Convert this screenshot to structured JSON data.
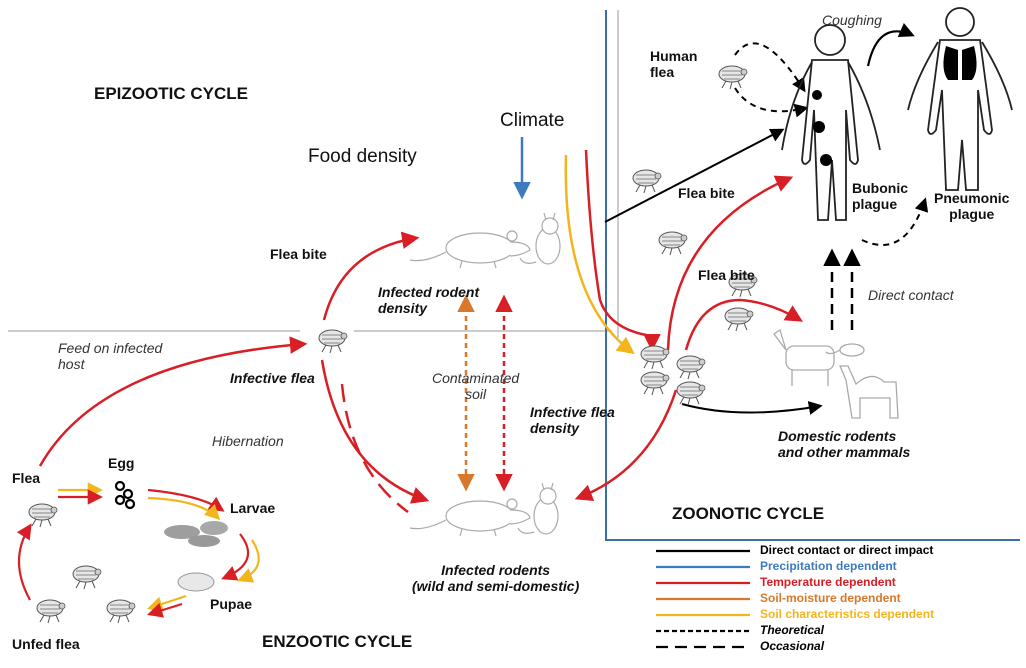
{
  "cycles": {
    "epizootic": "EPIZOOTIC CYCLE",
    "enzootic": "ENZOOTIC CYCLE",
    "zoonotic": "ZOONOTIC CYCLE"
  },
  "labels": {
    "climate": "Climate",
    "food_density": "Food density",
    "coughing": "Coughing",
    "human_flea_1": "Human",
    "human_flea_2": "flea",
    "flea_bite_left": "Flea bite",
    "flea_bite_mid": "Flea bite",
    "flea_bite_right": "Flea bite",
    "bubonic_1": "Bubonic",
    "bubonic_2": "plague",
    "pneumonic_1": "Pneumonic",
    "pneumonic_2": "plague",
    "direct_contact": "Direct contact",
    "infected_rodent_density_1": "Infected rodent",
    "infected_rodent_density_2": "density",
    "feed_on_host_1": "Feed on infected",
    "feed_on_host_2": "host",
    "infective_flea": "Infective flea",
    "contaminated_soil_1": "Contaminated",
    "contaminated_soil_2": "soil",
    "infective_flea_density_1": "Infective flea",
    "infective_flea_density_2": "density",
    "domestic_1": "Domestic rodents",
    "domestic_2": "and other mammals",
    "hibernation": "Hibernation",
    "flea": "Flea",
    "egg": "Egg",
    "larvae": "Larvae",
    "pupae": "Pupae",
    "unfed_flea": "Unfed flea",
    "infected_rodents_1": "Infected rodents",
    "infected_rodents_2": "(wild and semi-domestic)"
  },
  "legend": [
    {
      "label": "Direct contact or direct impact",
      "color": "#000000",
      "style": "solid",
      "text_color": "#000000"
    },
    {
      "label": "Precipitation dependent",
      "color": "#3d7bbf",
      "style": "solid",
      "text_color": "#3d7bbf"
    },
    {
      "label": "Temperature dependent",
      "color": "#d81f26",
      "style": "solid",
      "text_color": "#d81f26"
    },
    {
      "label": "Soil-moisture dependent",
      "color": "#d9782a",
      "style": "solid",
      "text_color": "#d9782a"
    },
    {
      "label": "Soil characteristics  dependent",
      "color": "#f2b51c",
      "style": "solid",
      "text_color": "#f2b51c"
    },
    {
      "label": "Theoretical",
      "color": "#000000",
      "style": "dotted",
      "text_color": "#000000"
    },
    {
      "label": "Occasional",
      "color": "#000000",
      "style": "dashed",
      "text_color": "#000000"
    }
  ],
  "colors": {
    "red": "#d81f26",
    "black": "#000000",
    "blue": "#3d7bbf",
    "orange": "#d9782a",
    "yellow": "#f2b51c",
    "zoonotic_border": "#3a6ea8",
    "divider": "#bbbbbb"
  },
  "icons": [
    "flea-icon",
    "rat-icon",
    "gerbil-icon",
    "human-body-icon",
    "lungs-icon",
    "goat-icon",
    "camel-icon",
    "mouse-icon",
    "egg-icon",
    "larvae-icon",
    "pupa-icon"
  ]
}
